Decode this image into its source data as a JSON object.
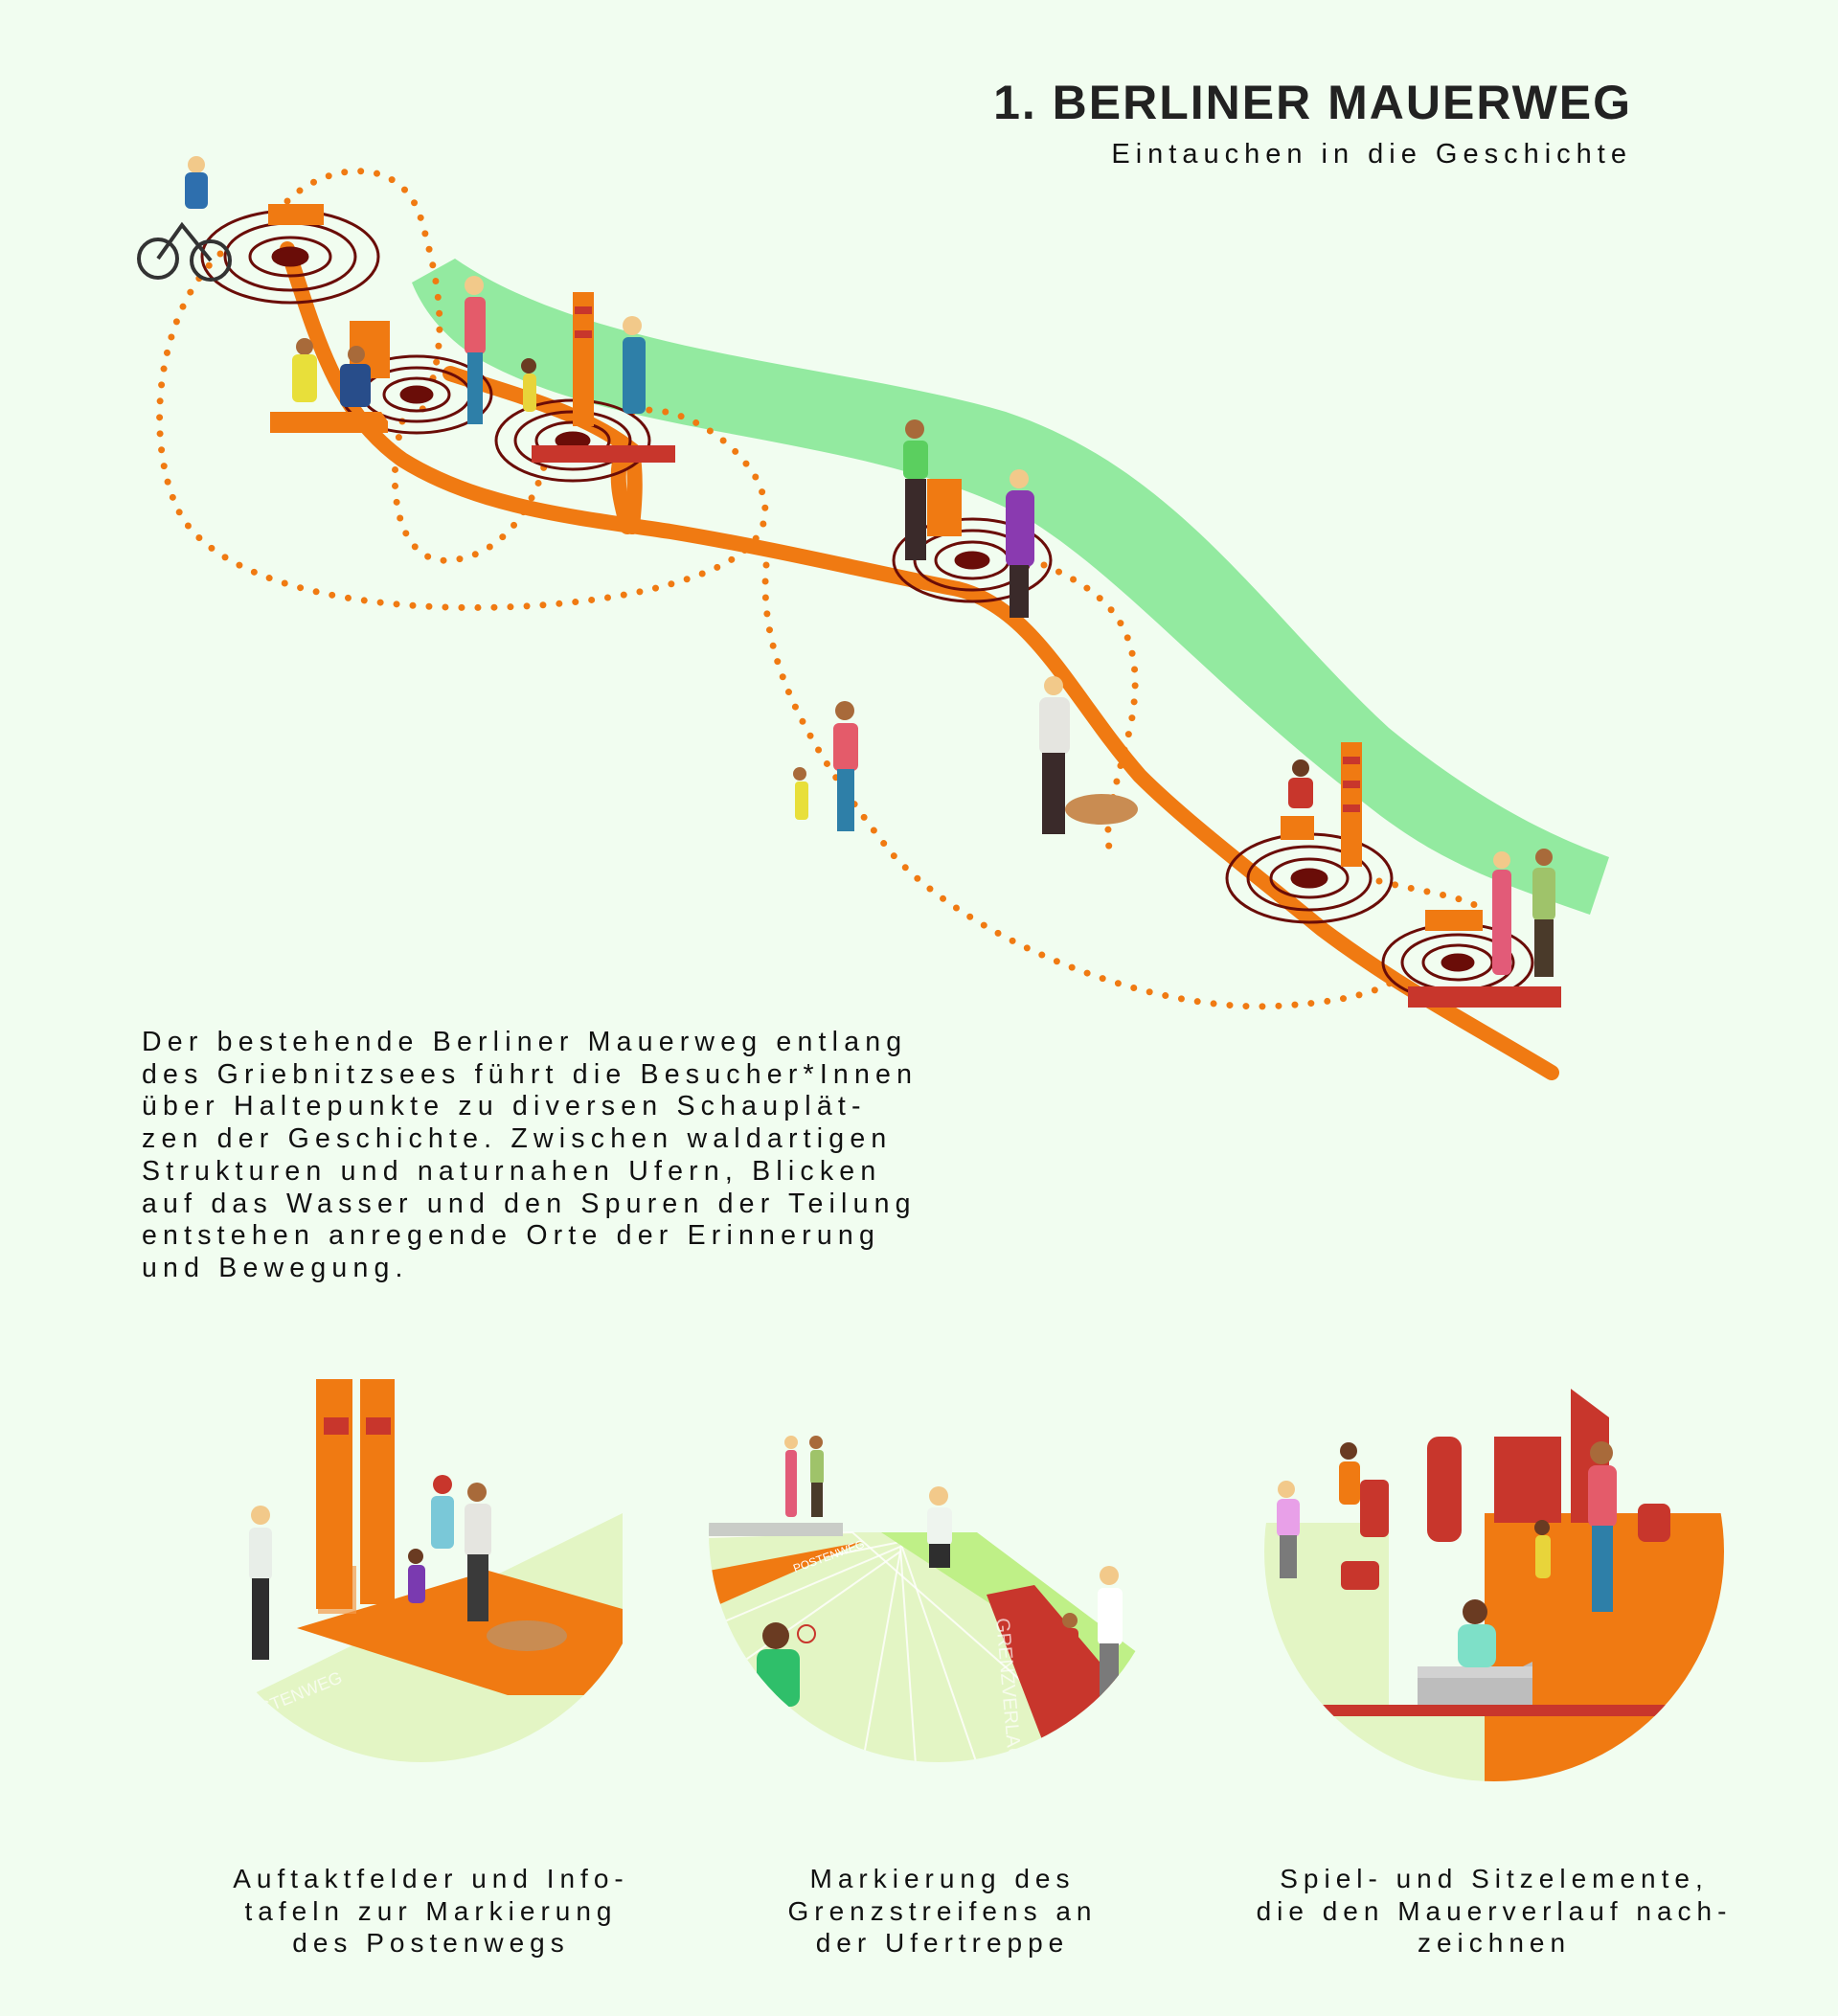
{
  "header": {
    "title": "1. BERLINER MAUERWEG",
    "subtitle": "Eintauchen in die Geschichte"
  },
  "description": {
    "lines": [
      "Der bestehende Berliner Mauerweg entlang",
      "des Griebnitzsees führt die Besucher*Innen",
      "über Haltepunkte zu diversen Schauplät-",
      "zen der Geschichte. Zwischen waldartigen",
      "Strukturen und naturnahen Ufern, Blicken",
      "auf das Wasser und den Spuren der Teilung",
      "entstehen anregende Orte der Erinnerung",
      "und Bewegung."
    ]
  },
  "vignettes": [
    {
      "ground_label": "POSTENWEG",
      "caption": [
        "Auftaktfelder und Info-",
        "tafeln zur Markierung",
        "des Postenwegs"
      ]
    },
    {
      "ground_label_1": "POSTENWEG",
      "ground_label_2": "GRENZVERLAUF",
      "caption": [
        "Markierung des",
        "Grenzstreifens an",
        "der Ufertreppe"
      ]
    },
    {
      "caption": [
        "Spiel- und Sitzelemente,",
        "die den Mauerverlauf nach-",
        "zeichnen"
      ]
    }
  ],
  "colors": {
    "background": "#f1fdf0",
    "path_orange": "#f07a12",
    "water_green": "#93eaa0",
    "ring_dark": "#6a0d08",
    "brick_red": "#c8362c",
    "light_green": "#e3f5c4"
  }
}
